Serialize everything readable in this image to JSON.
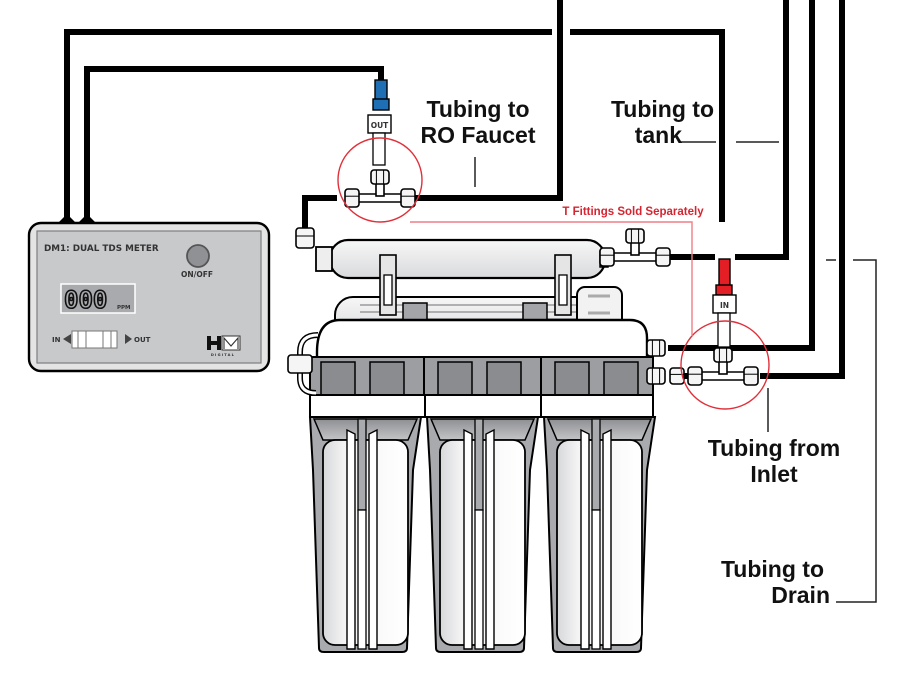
{
  "diagram": {
    "title": "RO system with DM1 Dual TDS Meter installation",
    "colors": {
      "tubing": "#000000",
      "out_probe": "#1f6fb5",
      "in_probe": "#e31e24",
      "highlight_circle": "#e0303a",
      "callout_red": "#d52530",
      "meter_body": "#c8c9cb",
      "filter_gray": "#9d9ea1"
    },
    "labels": {
      "ro_faucet": [
        "Tubing to",
        "RO Faucet"
      ],
      "tank": [
        "Tubing to",
        "tank"
      ],
      "inlet": [
        "Tubing from",
        "Inlet"
      ],
      "drain": [
        "Tubing to",
        "Drain"
      ],
      "t_fittings": "T Fittings Sold Separately"
    },
    "probes": {
      "out_label": "OUT",
      "in_label": "IN"
    },
    "meter": {
      "title": "DM1: DUAL TDS METER",
      "button_label": "ON/OFF",
      "display_value": "000",
      "display_unit": "PPM",
      "switch_left": "IN",
      "switch_right": "OUT",
      "brand": "HM",
      "brand_sub": "DIGITAL"
    },
    "filter_count": 3
  }
}
